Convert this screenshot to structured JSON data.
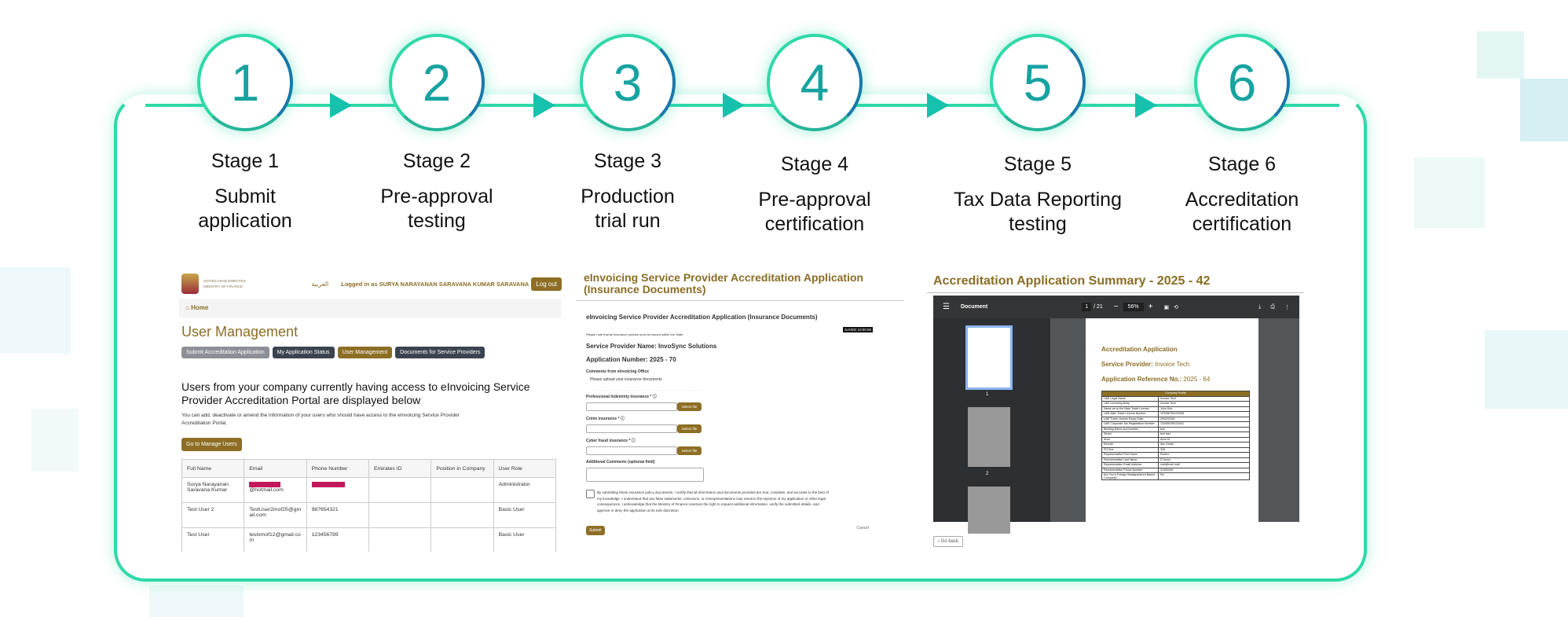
{
  "colors": {
    "accent": "#2fd9a8",
    "arrow": "#16c1ad",
    "brand_gold": "#8d6e24"
  },
  "stages": [
    {
      "number": "1",
      "title": "Stage 1",
      "desc1": "Submit",
      "desc2": "application"
    },
    {
      "number": "2",
      "title": "Stage 2",
      "desc1": "Pre-approval",
      "desc2": "testing"
    },
    {
      "number": "3",
      "title": "Stage 3",
      "desc1": "Production",
      "desc2": "trial run"
    },
    {
      "number": "4",
      "title": "Stage 4",
      "desc1": "Pre-approval",
      "desc2": "certification"
    },
    {
      "number": "5",
      "title": "Stage 5",
      "desc1": "Tax Data Reporting",
      "desc2": "testing"
    },
    {
      "number": "6",
      "title": "Stage 6",
      "desc1": "Accreditation",
      "desc2": "certification"
    }
  ],
  "user_mgmt": {
    "ministry_line1": "UNITED ARAB EMIRATES",
    "ministry_line2": "MINISTRY OF FINANCE",
    "arabic": "العربية",
    "logged_in": "Logged in as SURYA NARAYANAN SARAVANA KUMAR SARAVANA",
    "logout": "Log out",
    "home": "Home",
    "title": "User Management",
    "tabs": [
      "Submit Accreditation Application",
      "My Application Status",
      "User Management",
      "Documents for Service Providers"
    ],
    "heading": "Users from your company currently having access to eInvoicing Service Provider Accreditation Portal are displayed below",
    "paragraph": "You can add, deactivate or amend the information of your users who should have access to the eInvoicing Service Provider Accreditation Portal.",
    "manage_button": "Go to Manage Users",
    "columns": [
      "Full Name",
      "Email",
      "Phone Number",
      "Emirates ID",
      "Position in Company",
      "User Role"
    ],
    "rows": [
      {
        "name": "Surya Narayanan Saravana Kumar",
        "email": "@hotmail.com",
        "phone": "",
        "eid": "",
        "position": "",
        "role": "Administrator"
      },
      {
        "name": "Test User 2",
        "email": "TestUser2mof25@gmail.com",
        "phone": "987654321",
        "eid": "",
        "position": "",
        "role": "Basic User"
      },
      {
        "name": "Test User",
        "email": "testxmof12@gmail.com",
        "phone": "123456789",
        "eid": "",
        "position": "",
        "role": "Basic User"
      }
    ]
  },
  "insurance": {
    "title": "eInvoicing Service Provider Accreditation Application (Insurance Documents)",
    "subtitle": "eInvoicing Service Provider Accreditation Application (Insurance Documents)",
    "saved": "SAVED 10:00:00",
    "note": "Please note that all insurance policies must be issued within the State",
    "provider": "Service Provider Name: InvoSync Solutions",
    "app_number": "Application Number: 2025 - 70",
    "comments_label": "Comments from eInvoicing Office",
    "comments": "Please upload your insurance documents",
    "fields": [
      "Professional Indemnity Insurance *",
      "Crime insurance *",
      "Cyber fraud insurance *"
    ],
    "select_file": "Select file",
    "additional_label": "Additional Comments (optional field)",
    "declaration": "By submitting these insurance policy documents, I certify that all information and documents provided are true, complete, and accurate to the best of my knowledge. I understand that any false statements, omissions, or misrepresentations may result in the rejection of my application or other legal consequences. I acknowledge that the Ministry of Finance reserves the right to request additional information, verify the submitted details, and approve or deny the application at its sole discretion.",
    "submit": "Submit",
    "cancel": "Cancel"
  },
  "summary": {
    "title": "Accreditation Application Summary - 2025 - 42",
    "viewer": {
      "doc": "Document",
      "page": "1",
      "pages": "/ 21",
      "zoom": "56%",
      "thumb1": "1",
      "thumb2": "2"
    },
    "doc_title": "Accreditation Application",
    "sp_label": "Service Provider:",
    "sp_value": "Invoice Tech",
    "ref_label": "Application Reference No.:",
    "ref_value": "2025 - 64",
    "table_header": "Company Profile",
    "rows": [
      [
        "UAE Legal Name",
        "Invoice Tech"
      ],
      [
        "UAE Licensing Body",
        "Invoice Tech"
      ],
      [
        "Name as on the Main Trade License",
        "John Doe"
      ],
      [
        "UAE Main Trade License Number",
        "123456789123456"
      ],
      [
        "UAE Trade License Expiry Date",
        "29/02/2028"
      ],
      [
        "UAE Corporate Tax Registration Number",
        "123456789123401"
      ],
      [
        "Building Name and Number",
        "test"
      ],
      [
        "Street",
        "test test"
      ],
      [
        "Area",
        "Area 51"
      ],
      [
        "Emirate",
        "Abu Dhabi"
      ],
      [
        "PO Box",
        "345"
      ],
      [
        "Representative First Name",
        "Robert"
      ],
      [
        "Representative Last Name",
        "D Junior"
      ],
      [
        "Representative Email Address",
        "mail@mail.mail"
      ],
      [
        "Representative Phone Number",
        "32453435"
      ],
      [
        "Are You a Foreign Headquartered Based Company?",
        "No"
      ]
    ],
    "go_back": "Go back"
  }
}
